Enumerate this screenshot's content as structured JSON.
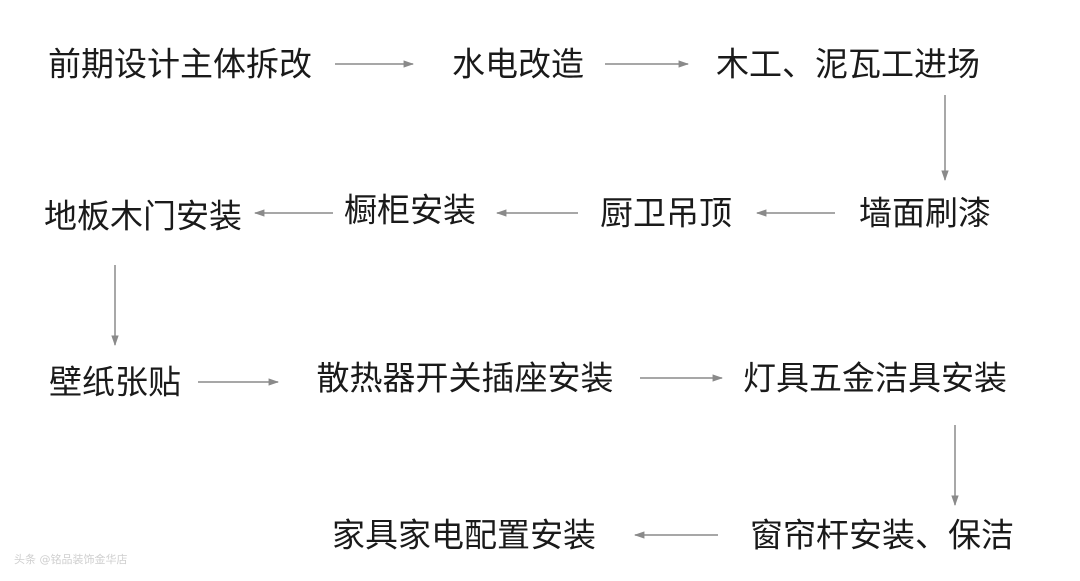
{
  "diagram": {
    "steps": [
      "前期设计主体拆改",
      "水电改造",
      "木工、泥瓦工进场",
      "墙面刷漆",
      "厨卫吊顶",
      "橱柜安装",
      "地板木门安装",
      "壁纸张贴",
      "散热器开关插座安装",
      "灯具五金洁具安装",
      "窗帘杆安装、保洁",
      "家具家电配置安装"
    ]
  },
  "watermark": "头条 @铭品装饰金华店",
  "colors": {
    "text": "#1a1a1a",
    "arrow": "#8a8a8a",
    "background": "#ffffff"
  }
}
